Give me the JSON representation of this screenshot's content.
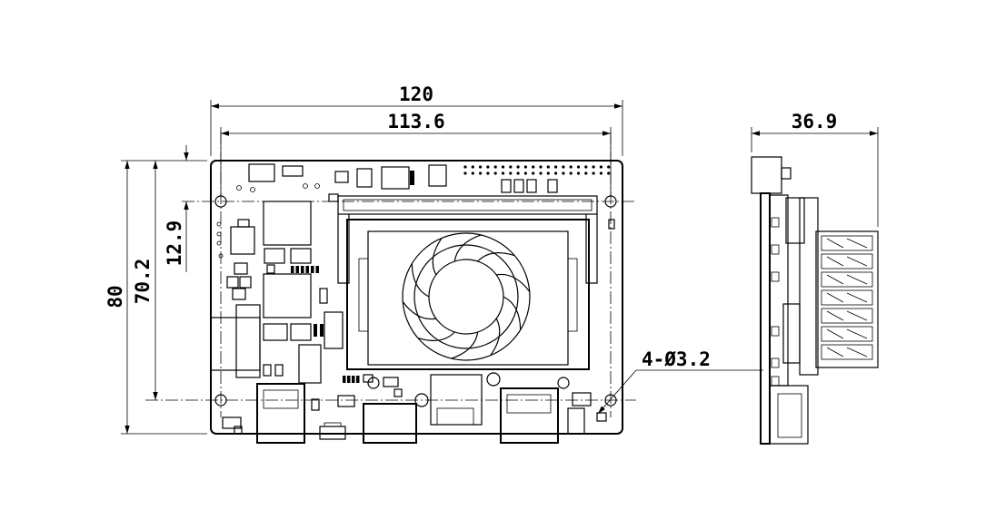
{
  "dimensions": {
    "overall_width": "120",
    "hole_spacing_width": "113.6",
    "overall_height": "80",
    "hole_spacing_height": "70.2",
    "hole_offset_top": "12.9",
    "side_depth": "36.9",
    "hole_callout": "4-Ø3.2"
  },
  "colors": {
    "line": "#000000",
    "background": "#ffffff"
  }
}
